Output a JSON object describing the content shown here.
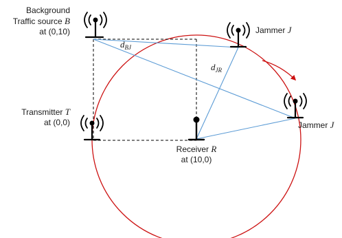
{
  "nodes": {
    "background": {
      "line1": "Background",
      "line2_prefix": "Traffic source ",
      "symbol": "B",
      "coords": "at (0,10)"
    },
    "transmitter": {
      "line1_prefix": "Transmitter ",
      "symbol": "T",
      "coords": "at (0,0)"
    },
    "receiver": {
      "line1_prefix": "Receiver ",
      "symbol": "R",
      "coords": "at (10,0)"
    },
    "jammer_top": {
      "prefix": "Jammer ",
      "symbol": "J"
    },
    "jammer_right": {
      "prefix": "Jammer ",
      "symbol": "J"
    }
  },
  "distances": {
    "bj": {
      "base": "d",
      "sub": "BJ"
    },
    "jr": {
      "base": "d",
      "sub": "JR"
    }
  },
  "colors": {
    "circle": "#cc1111",
    "links": "#5b9bd5",
    "dashed": "#000000",
    "arrow": "#cc1111"
  }
}
